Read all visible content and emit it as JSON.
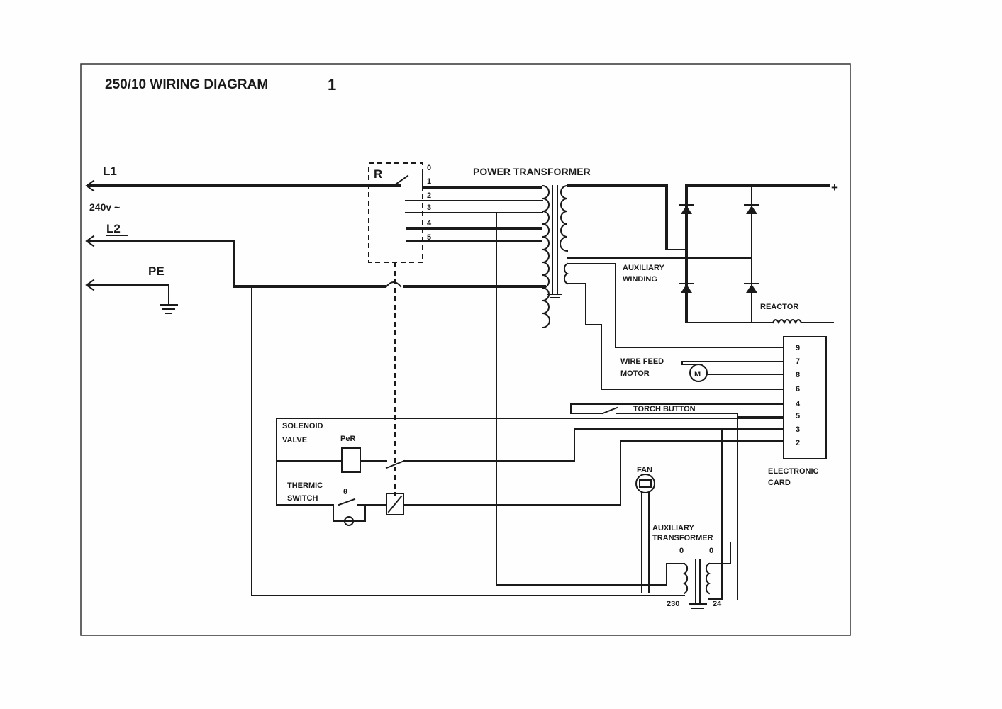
{
  "title": "250/10 WIRING DIAGRAM",
  "title_number": "1",
  "supply": {
    "l1": "L1",
    "voltage": "240v ~",
    "l2": "L2",
    "pe": "PE"
  },
  "relay": {
    "label": "R",
    "taps": [
      "0",
      "1",
      "2",
      "3",
      "4",
      "5"
    ]
  },
  "power_transformer": "POWER TRANSFORMER",
  "dc_plus": "+",
  "auxiliary_winding": [
    "AUXILIARY",
    "WINDING"
  ],
  "reactor": "REACTOR",
  "wire_feed_motor": [
    "WIRE FEED",
    "MOTOR"
  ],
  "motor_symbol": "M",
  "torch_button": "TORCH BUTTON",
  "solenoid_valve": [
    "SOLENOID",
    "VALVE"
  ],
  "solenoid_tag": "PeR",
  "thermic_switch": [
    "THERMIC",
    "SWITCH"
  ],
  "thermic_tag": "θ",
  "fan": "FAN",
  "auxiliary_transformer": [
    "AUXILIARY",
    "TRANSFORMER"
  ],
  "aux_transformer_taps": [
    "0",
    "0"
  ],
  "aux_transformer_voltages": [
    "230",
    "24"
  ],
  "electronic_card": [
    "ELECTRONIC",
    "CARD"
  ],
  "card_terminals": [
    "9",
    "7",
    "8",
    "6",
    "4",
    "5",
    "3",
    "2"
  ]
}
